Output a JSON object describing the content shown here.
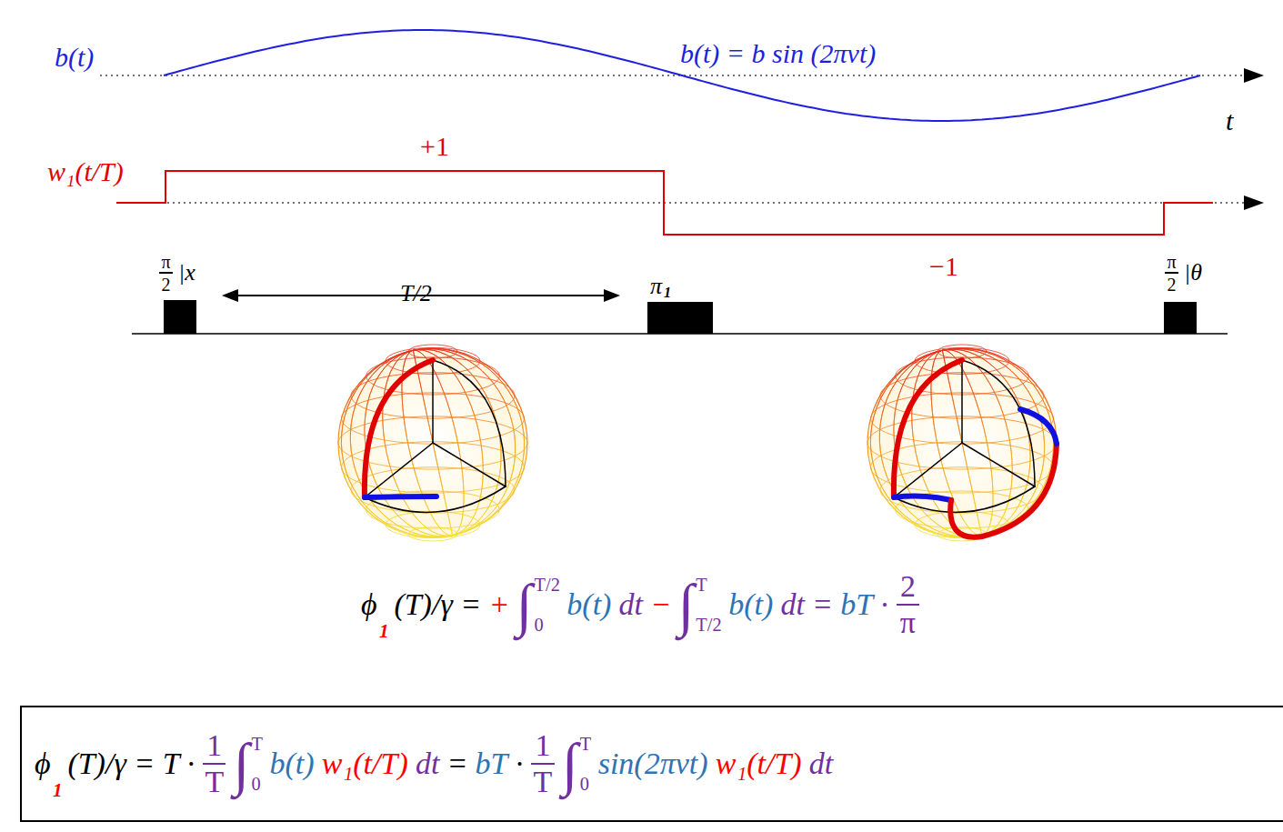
{
  "diagram": {
    "labels": [
      "b(t)",
      "b(t) = b sin (2πνt)",
      "t",
      "w₁(t/T)",
      "+1",
      "−1",
      "π",
      "2",
      "|x",
      "T/2",
      "π",
      "1",
      "π",
      "2",
      "|θ",
      "ϕ",
      "1",
      "(T)/γ =",
      "+",
      "∫",
      "T/2",
      "0",
      "b(t)",
      "dt",
      "−",
      "∫",
      "T",
      "T/2",
      "b(t)",
      "dt",
      "=",
      "bT",
      "·",
      "2",
      "π",
      "ϕ",
      "1",
      "(T)/γ = T ·",
      "1",
      "T",
      "∫",
      "T",
      "0",
      "b(t)",
      "w₁(t/T)",
      "dt",
      "=",
      "bT",
      "·",
      "1",
      "T",
      "∫",
      "T",
      "0",
      "sin(2πνt)",
      "w₁(t/T)",
      "dt"
    ]
  }
}
